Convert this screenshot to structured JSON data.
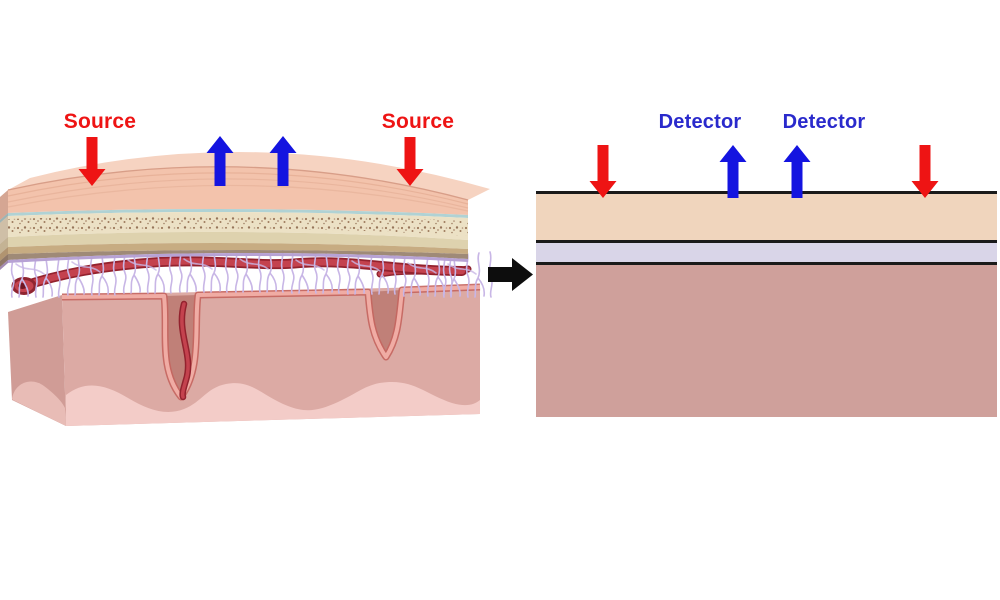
{
  "left_panel": {
    "source_labels": [
      "Source",
      "Source"
    ]
  },
  "right_panel": {
    "detector_labels": [
      "Detector",
      "Detector"
    ]
  },
  "colors": {
    "source_red": "#ee1414",
    "detector_blue": "#2a2acc",
    "arrow_red": "#ee1414",
    "arrow_blue": "#1414e0",
    "transform_arrow_black": "#0d0d0d",
    "model_scalp_layer": "#f0d5bd",
    "model_csf_layer": "#d9d5e8",
    "model_brain_layer": "#cfa09b",
    "model_divider_line": "#1a1a1a"
  }
}
